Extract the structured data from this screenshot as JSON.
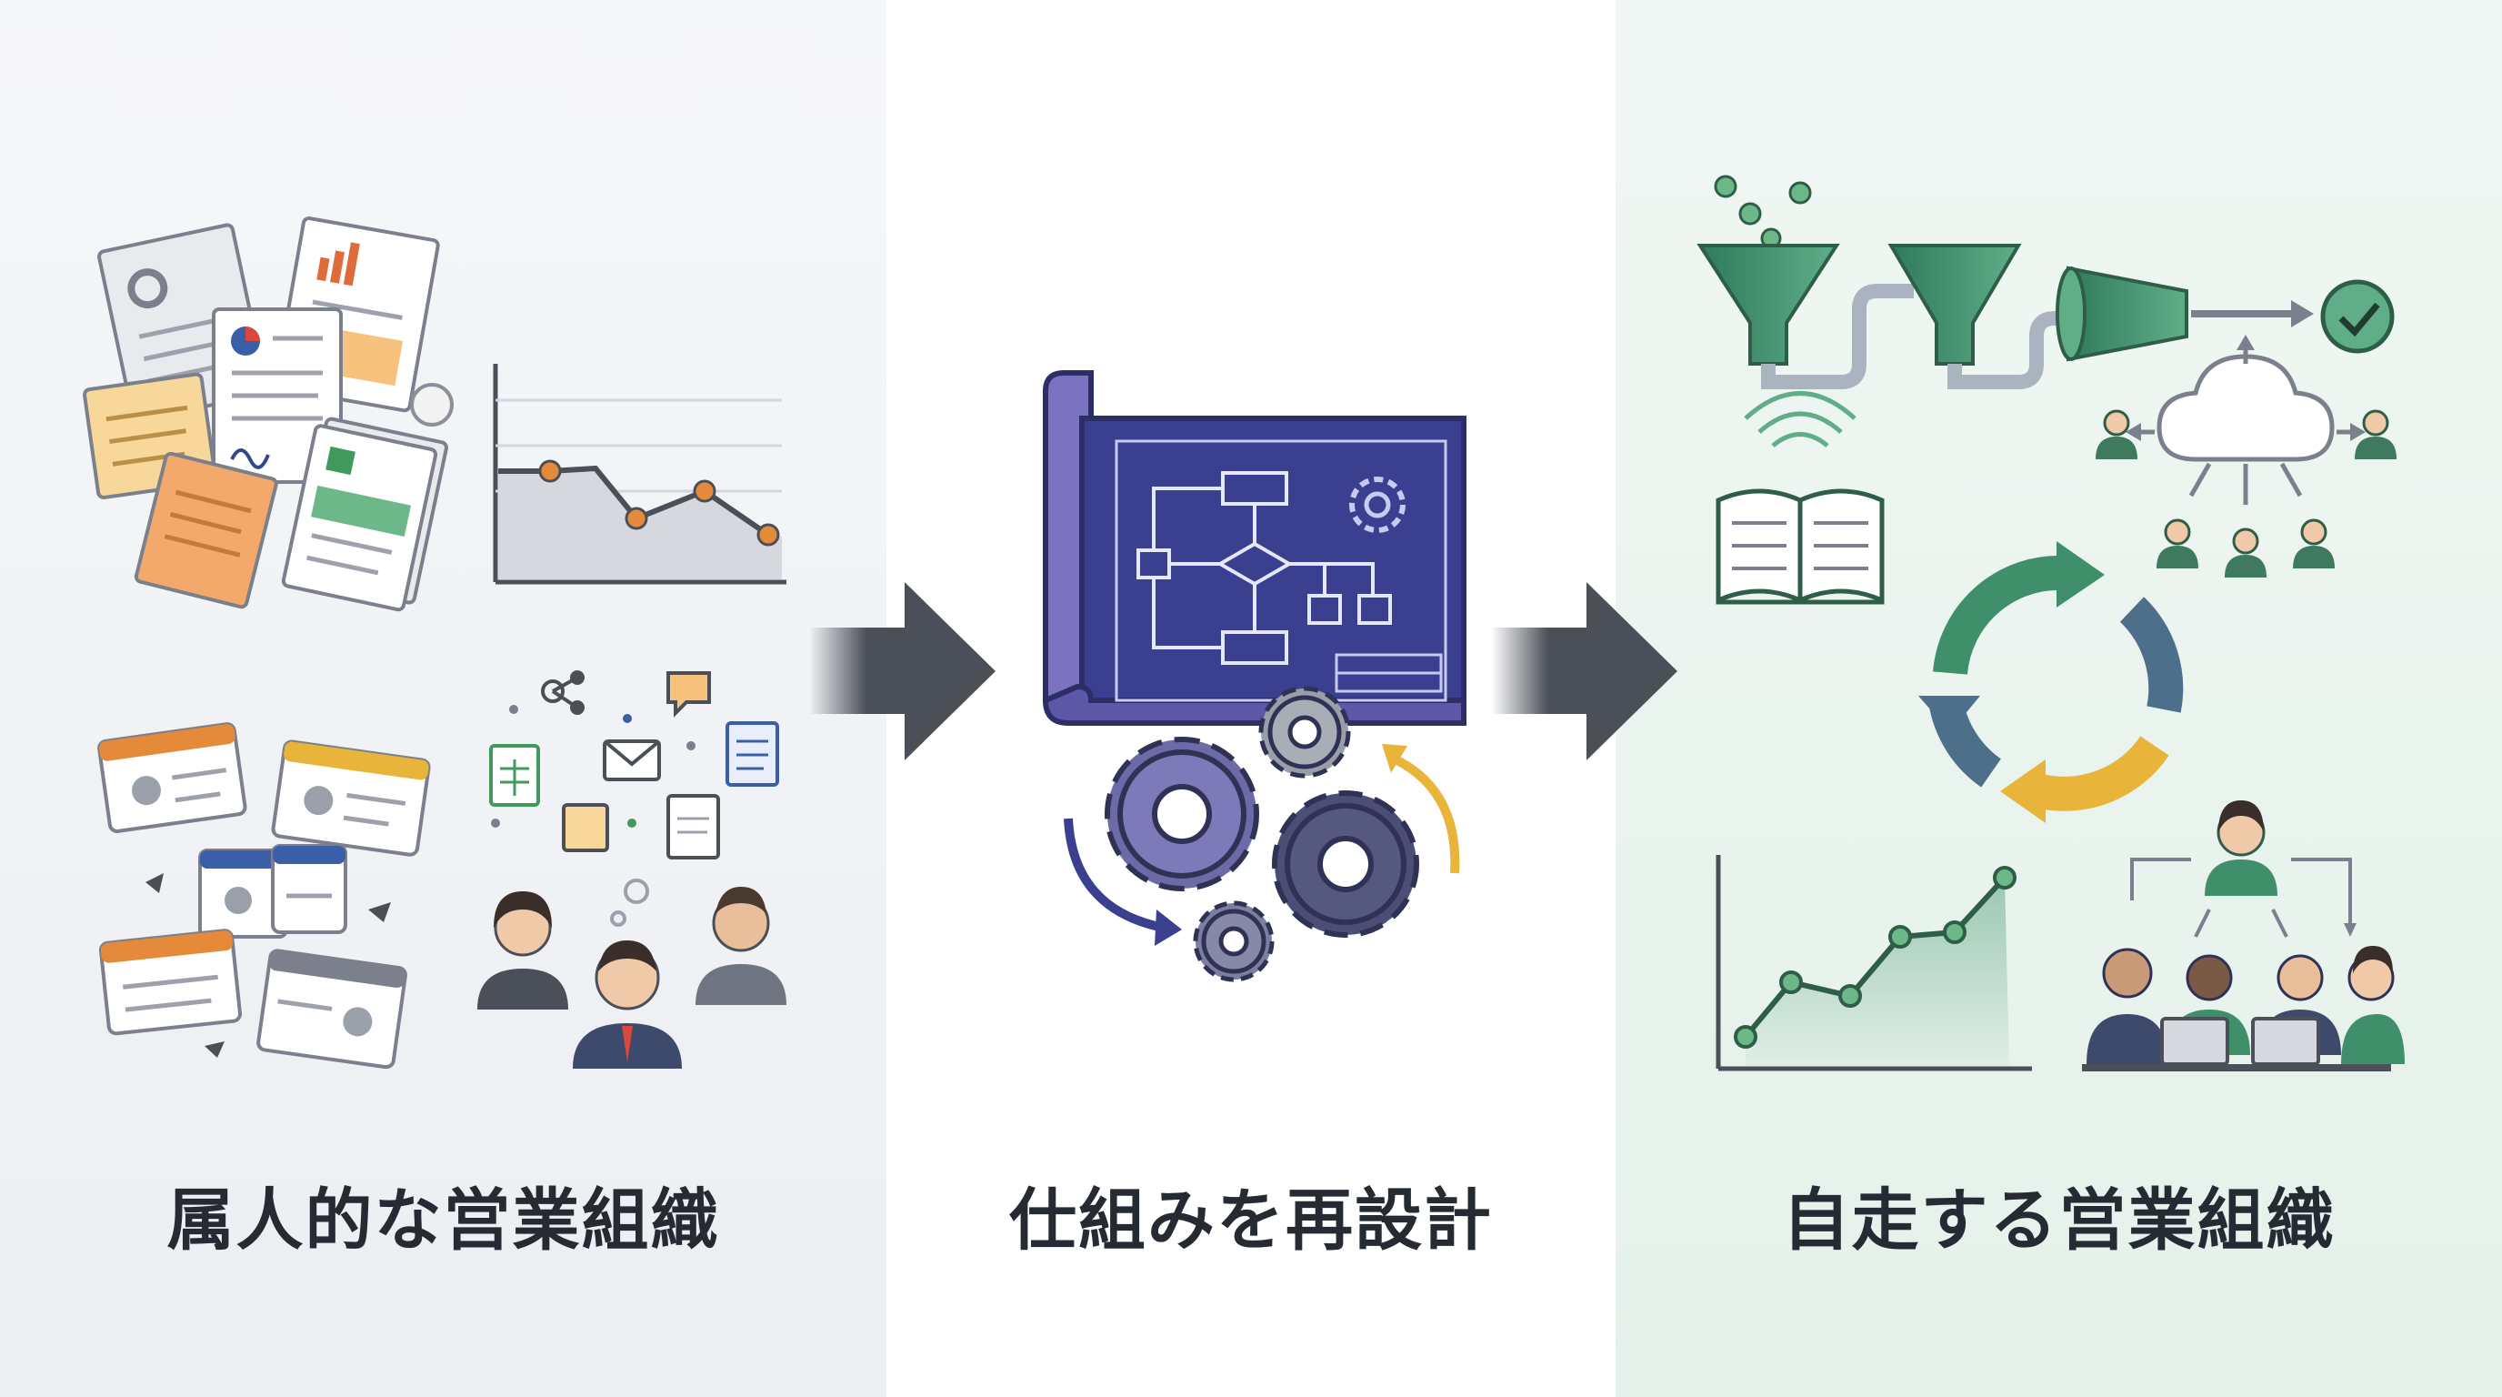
{
  "stages": [
    {
      "label": "属人的な営業組織"
    },
    {
      "label": "仕組みを再設計"
    },
    {
      "label": "自走する営業組織"
    }
  ],
  "colors": {
    "dark_text": "#262a33",
    "arrow": "#4a4f58",
    "blueprint": "#3b3f8f",
    "green": "#3f8f6a",
    "amber": "#e8b53a",
    "orange": "#e58a3a"
  }
}
